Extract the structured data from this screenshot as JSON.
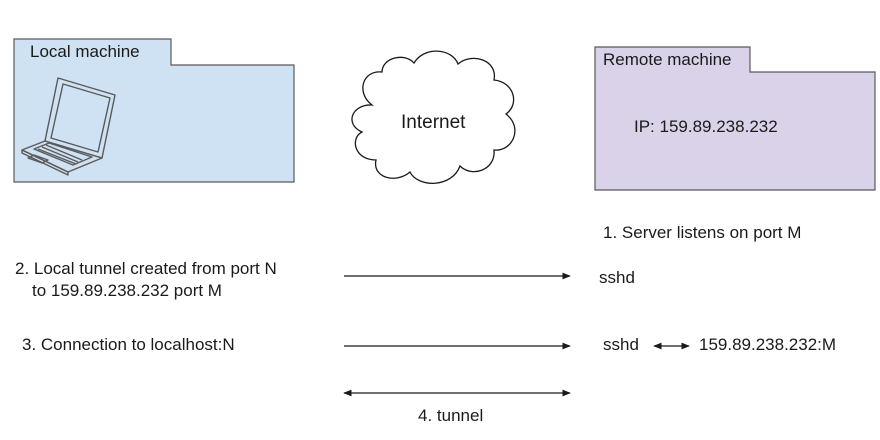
{
  "local": {
    "title": "Local machine",
    "fill": "#cfe2f3"
  },
  "remote": {
    "title": "Remote machine",
    "ip_label": "IP: 159.89.238.232",
    "fill": "#d9d2e9"
  },
  "cloud": {
    "label": "Internet"
  },
  "steps": {
    "s1": "1. Server listens on port M",
    "s2_line1": "2. Local tunnel created from port N",
    "s2_line2": "to 159.89.238.232 port M",
    "s3": "3. Connection to localhost:N",
    "s4": "4. tunnel"
  },
  "endpoints": {
    "sshd_a": "sshd",
    "sshd_b": "sshd",
    "remote_addr": "159.89.238.232:M"
  }
}
